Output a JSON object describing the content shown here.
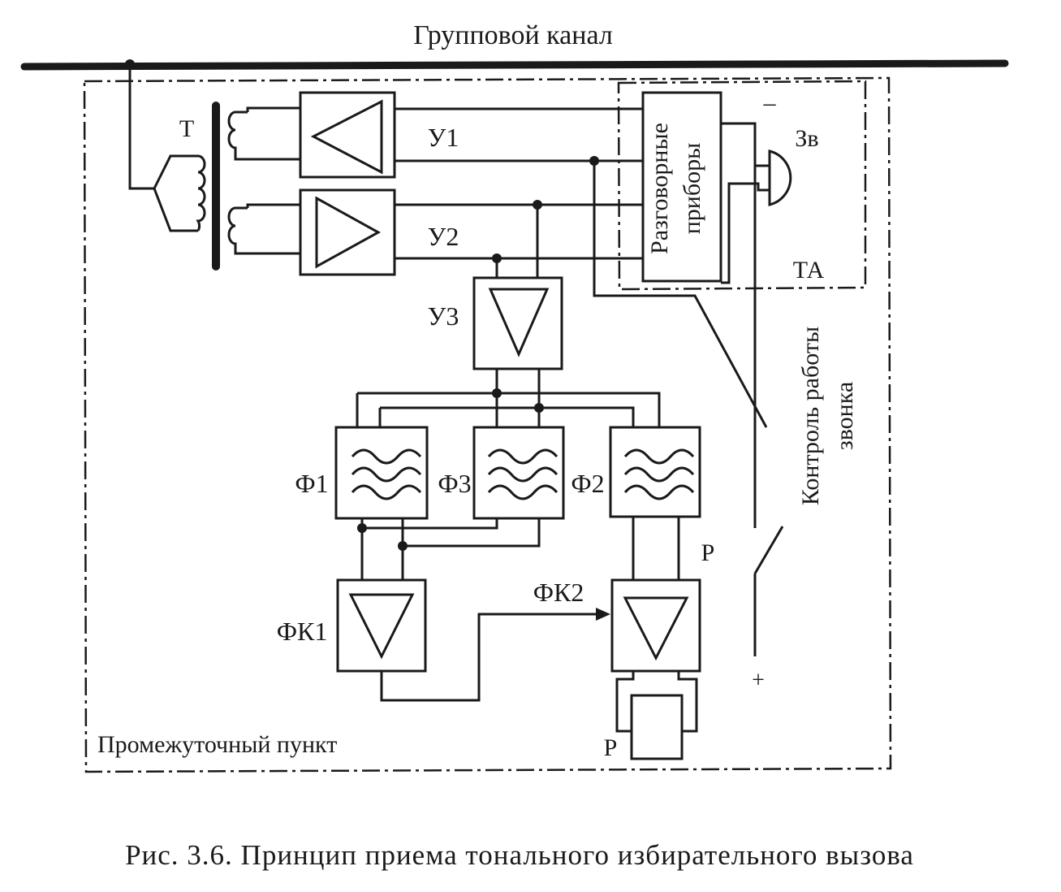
{
  "header": {
    "title": "Групповой канал"
  },
  "blocks": {
    "transformer": "Т",
    "amp1": "У1",
    "amp2": "У2",
    "amp3": "У3",
    "talk_devices_line1": "Разговорные",
    "talk_devices_line2": "приборы",
    "bell": "Зв",
    "phone_set": "ТА",
    "filter1": "Ф1",
    "filter2": "Ф2",
    "filter3": "Ф3",
    "fk1": "ФК1",
    "fk2": "ФК2",
    "relay_top": "Р",
    "relay_bottom": "Р",
    "minus": "–",
    "plus": "+",
    "bell_control_line1": "Контроль работы",
    "bell_control_line2": "звонка"
  },
  "footer": {
    "station_label": "Промежуточный пункт",
    "caption": "Рис. 3.6. Принцип приема тонального избирательного вызова"
  }
}
